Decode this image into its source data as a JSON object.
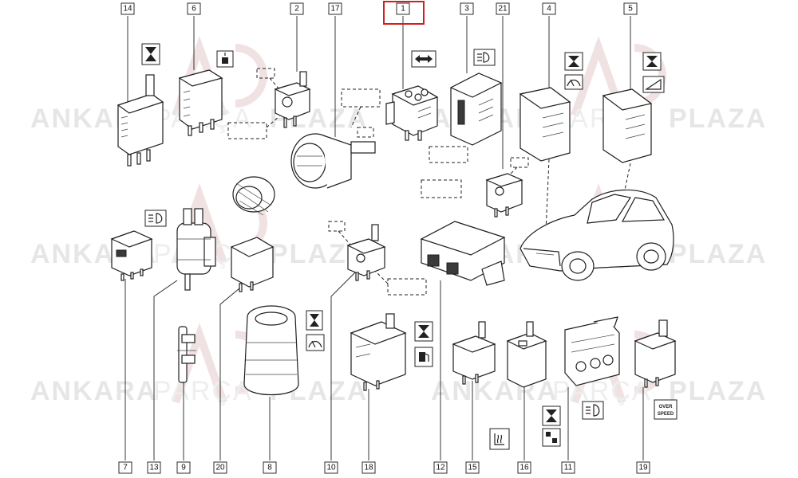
{
  "watermark": {
    "brand_bold": "ANKARA",
    "brand_light": "PARÇA",
    "brand_bold2": "PLAZA"
  },
  "callouts": [
    {
      "id": "c14",
      "label": "14"
    },
    {
      "id": "c6",
      "label": "6"
    },
    {
      "id": "c2",
      "label": "2"
    },
    {
      "id": "c17",
      "label": "17"
    },
    {
      "id": "c1",
      "label": "1"
    },
    {
      "id": "c3",
      "label": "3"
    },
    {
      "id": "c21",
      "label": "21"
    },
    {
      "id": "c4",
      "label": "4"
    },
    {
      "id": "c5",
      "label": "5"
    },
    {
      "id": "c7",
      "label": "7"
    },
    {
      "id": "c13",
      "label": "13"
    },
    {
      "id": "c9",
      "label": "9"
    },
    {
      "id": "c20",
      "label": "20"
    },
    {
      "id": "c8",
      "label": "8"
    },
    {
      "id": "c10",
      "label": "10"
    },
    {
      "id": "c18",
      "label": "18"
    },
    {
      "id": "c12",
      "label": "12"
    },
    {
      "id": "c15",
      "label": "15"
    },
    {
      "id": "c16",
      "label": "16"
    },
    {
      "id": "c11",
      "label": "11"
    },
    {
      "id": "c19",
      "label": "19"
    }
  ],
  "symbols": {
    "overspeed_line1": "OVER",
    "overspeed_line2": "SPEED"
  },
  "selected_callout": "1",
  "highlight_color": "#d11f1f"
}
